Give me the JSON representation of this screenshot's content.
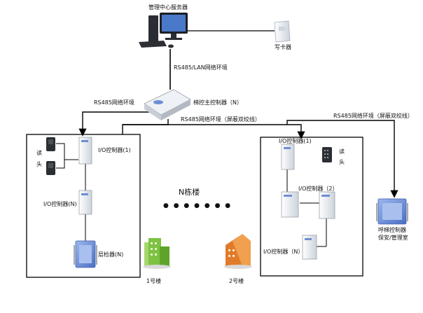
{
  "top": {
    "server_label": "管理中心服务器",
    "card_writer_label": "写卡器",
    "link_lan": "RS485/LAN网络环境",
    "link_rs485": "RS485网络环境",
    "main_controller_label": "梯控主控制器（N）",
    "link_shielded_mid": "RS485网络环境（屏蔽双绞线）",
    "link_shielded_right": "RS485网络环境（屏蔽双绞线）"
  },
  "left_building": {
    "io_controller_1": "I/O控制器(1)",
    "reader_char_1": "读",
    "reader_char_2": "头",
    "io_controller_n": "I/O控制器(N)",
    "floor_detector": "层检器(N)"
  },
  "middle": {
    "n_buildings": "N栋楼",
    "dots": "● ● ● ● ● ● ●",
    "building1": "1号楼",
    "building2": "2号楼"
  },
  "right_building": {
    "io_controller_1": "I/O控制器(1)",
    "reader_char_1": "读",
    "reader_char_2": "头",
    "io_controller_2": "I/O控制器（2）",
    "io_controller_n": "I/O控制器（N）"
  },
  "elevator_call": {
    "label_line1": "呼梯控制器",
    "label_line2": "保安/管理室"
  },
  "colors": {
    "device_body": "#e9edf3",
    "device_blue": "#6d8fd6",
    "green_building": "#7dc242",
    "orange_building": "#e07b2b",
    "line": "#000000"
  }
}
